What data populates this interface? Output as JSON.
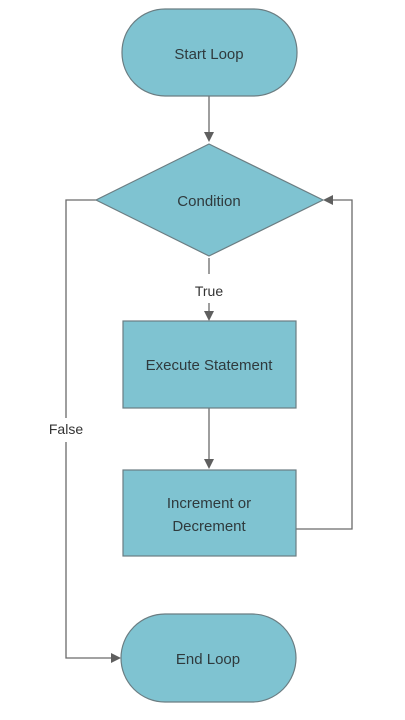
{
  "colors": {
    "node_fill": "#7fc3d1",
    "node_stroke": "#6b7d82",
    "edge": "#6a6a6a",
    "text": "#2f3a3d"
  },
  "nodes": {
    "start": {
      "label": "Start Loop"
    },
    "condition": {
      "label": "Condition"
    },
    "execute": {
      "label": "Execute Statement"
    },
    "increment": {
      "line1": "Increment or",
      "line2": "Decrement"
    },
    "end": {
      "label": "End Loop"
    }
  },
  "edges": {
    "true_label": "True",
    "false_label": "False"
  }
}
